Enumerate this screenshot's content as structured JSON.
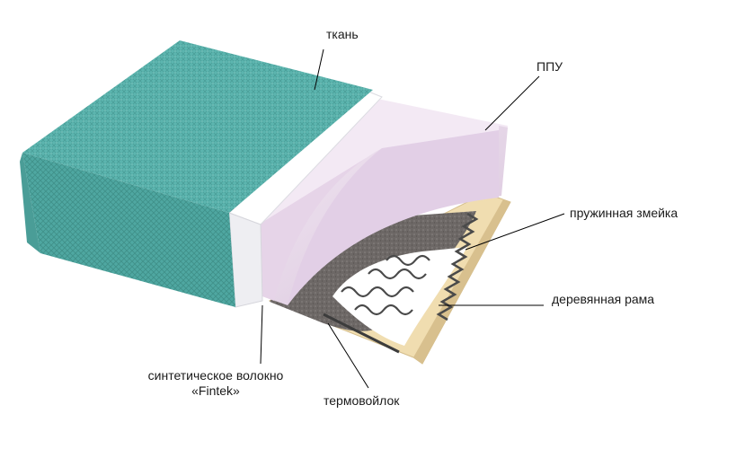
{
  "labels": {
    "fabric": "ткань",
    "foam": "ППУ",
    "spring": "пружинная змейка",
    "frame": "деревянная рама",
    "fiber_line1": "синтетическое волокно",
    "fiber_line2": "«Fintek»",
    "felt": "термовойлок"
  },
  "colors": {
    "fabric": "#58b3ad",
    "foam": "#e8d8ea",
    "fiber": "#f1f1f4",
    "felt": "#6e6a68",
    "wood": "#ecd7a8",
    "spring": "#4a4a4a",
    "leader": "#000000"
  }
}
